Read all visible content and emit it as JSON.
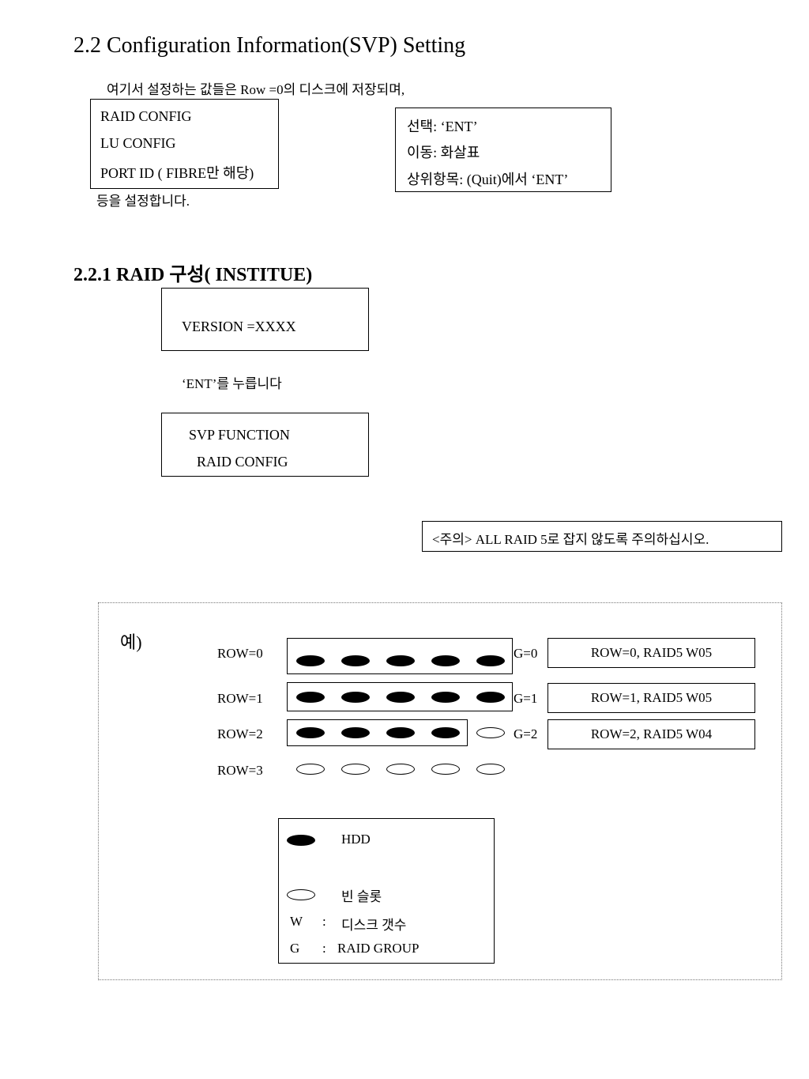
{
  "heading_main": "2.2 Configuration Information(SVP) Setting",
  "intro_line": "여기서 설정하는 값들은 Row =0의 디스크에 저장되며,",
  "settings_box": {
    "items": [
      "RAID CONFIG",
      "LU CONFIG",
      "PORT ID ( FIBRE만 해당)"
    ]
  },
  "after_settings": "등을 설정합니다.",
  "keys_box": {
    "items": [
      "선택: ‘ENT’",
      "이동: 화살표",
      "상위항목: (Quit)에서 ‘ENT’"
    ]
  },
  "heading_sub": "2.2.1 RAID 구성( INSTITUE)",
  "version_box": "VERSION =XXXX",
  "ent_instruction": "‘ENT’를 누릅니다",
  "svp_box": {
    "line1": "SVP  FUNCTION",
    "line2": "RAID CONFIG"
  },
  "caution": "<주의> ALL RAID 5로 잡지 않도록 주의하십시오.",
  "example": {
    "label": "예)",
    "rows": [
      {
        "label": "ROW=0",
        "disks": [
          "filled",
          "filled",
          "filled",
          "filled",
          "filled"
        ],
        "group": "G=0",
        "info": "ROW=0, RAID5 W05"
      },
      {
        "label": "ROW=1",
        "disks": [
          "filled",
          "filled",
          "filled",
          "filled",
          "filled"
        ],
        "group": "G=1",
        "info": "ROW=1, RAID5 W05"
      },
      {
        "label": "ROW=2",
        "disks": [
          "filled",
          "filled",
          "filled",
          "filled",
          "empty"
        ],
        "group": "G=2",
        "info": "ROW=2, RAID5 W04"
      },
      {
        "label": "ROW=3",
        "disks": [
          "empty",
          "empty",
          "empty",
          "empty",
          "empty"
        ],
        "group": "",
        "info": ""
      }
    ],
    "legend": {
      "hdd": "HDD",
      "empty_slot": "빈 슬롯",
      "w_key": "W",
      "w_sep": ":",
      "w_desc": "디스크 갯수",
      "g_key": "G",
      "g_sep": ":",
      "g_desc": "RAID GROUP"
    }
  }
}
